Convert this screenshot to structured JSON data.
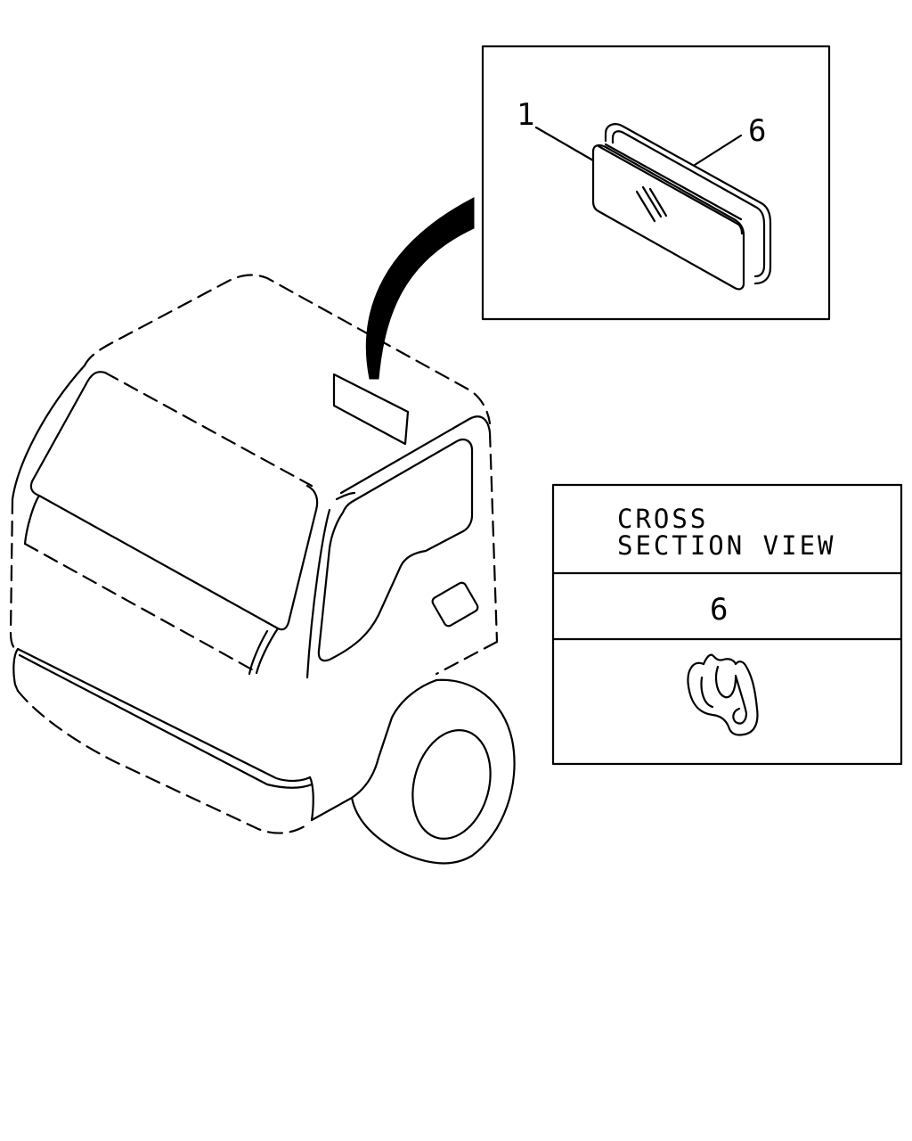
{
  "callouts": {
    "part_1": "1",
    "part_6": "6"
  },
  "cross_section": {
    "title_line1": "CROSS",
    "title_line2": "SECTION VIEW",
    "part_number": "6"
  },
  "colors": {
    "line": "#000000",
    "background": "#ffffff"
  }
}
